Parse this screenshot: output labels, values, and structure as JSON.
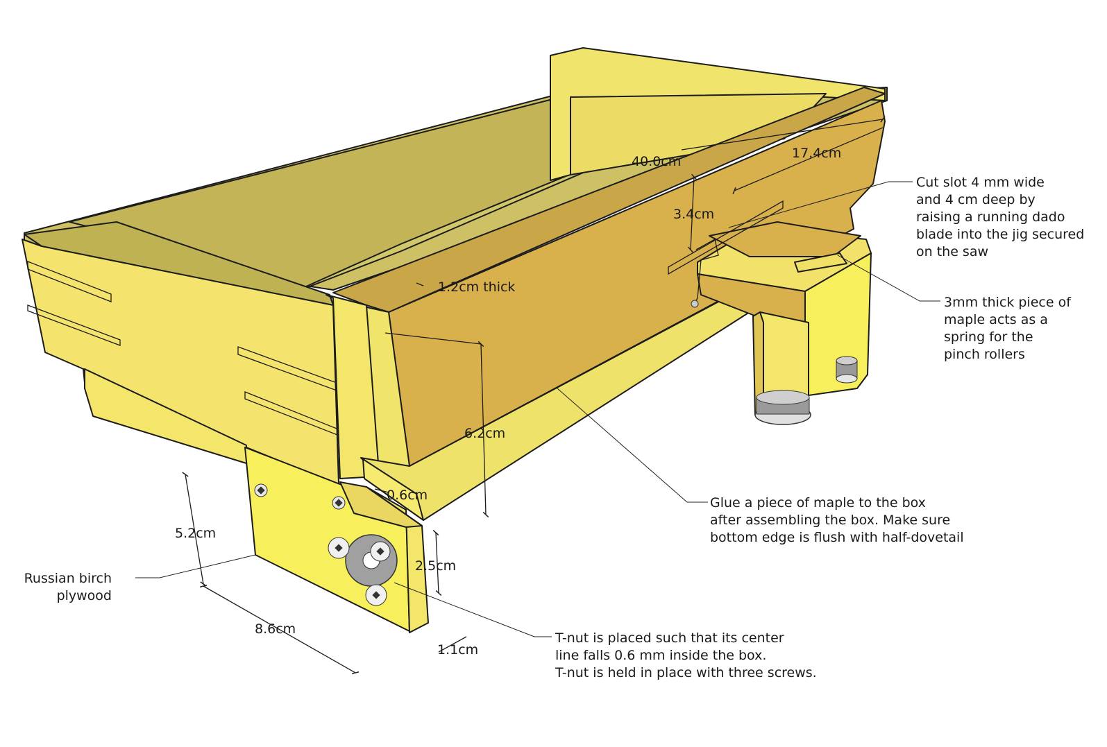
{
  "colors": {
    "wood_top": "#cdc065",
    "wood_side": "#f2e26a",
    "wood_front": "#d8b04c",
    "wood_bright": "#f7f05c",
    "wood_dark": "#b9a84a",
    "slot": "#e6a63a",
    "metal": "#9a9a9a"
  },
  "dimensions": {
    "length": "40.0cm",
    "offset": "17.4cm",
    "slot_height": "3.4cm",
    "thickness": "1.2cm thick",
    "fence_height": "6.2cm",
    "inset": "0.6cm",
    "plate_height": "5.2cm",
    "tnut_height": "2.5cm",
    "plate_width": "8.6cm",
    "plate_thickness": "1.1cm"
  },
  "notes": {
    "slot": [
      "Cut slot 4 mm wide",
      "and 4 cm deep by",
      "raising a running dado",
      "blade into the jig secured",
      "on the saw"
    ],
    "spring": [
      "3mm thick piece of",
      "maple acts as a",
      "spring for the",
      "pinch rollers"
    ],
    "glue": [
      "Glue a piece of maple to the box",
      "after assembling the box.  Make sure",
      "bottom edge is flush with half-dovetail"
    ],
    "material": [
      "Russian birch",
      "plywood"
    ],
    "tnut": [
      "T-nut is placed such that its center",
      "line falls 0.6 mm inside the box.",
      "T-nut is held in place with three screws."
    ]
  }
}
